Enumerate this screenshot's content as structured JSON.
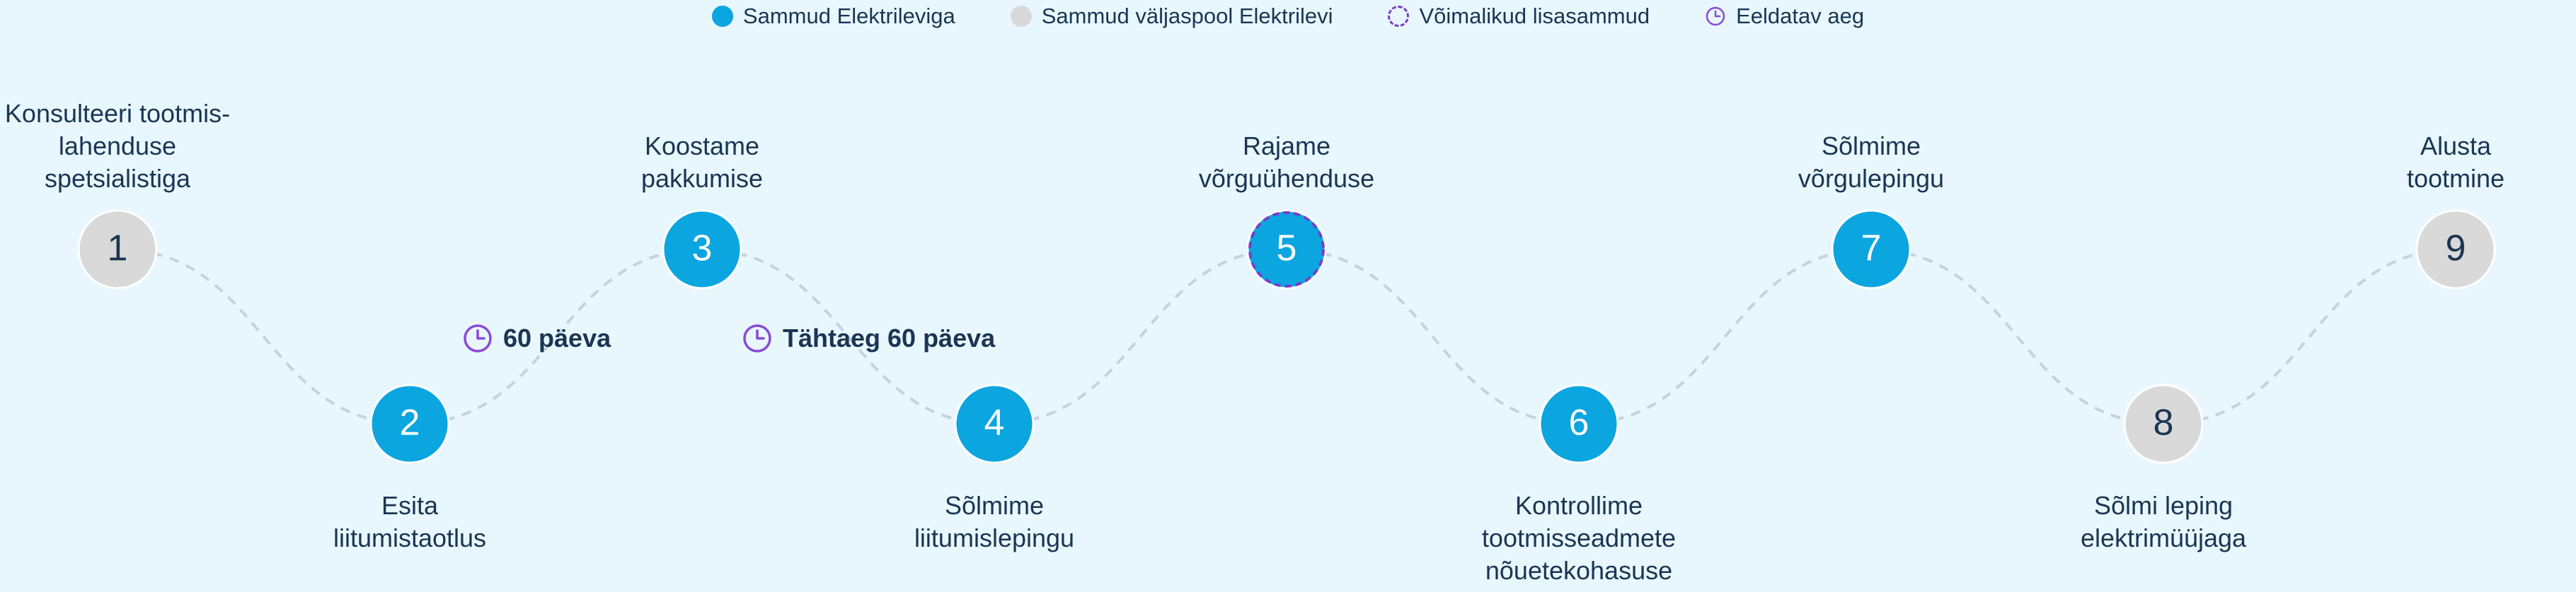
{
  "legend": [
    {
      "type": "primary",
      "label": "Sammud Elektrileviga"
    },
    {
      "type": "secondary",
      "label": "Sammud väljaspool Elektrilevi"
    },
    {
      "type": "optional",
      "label": "Võimalikud lisasammud"
    },
    {
      "type": "time",
      "label": "Eeldatav aeg"
    }
  ],
  "colors": {
    "primary": "#0ba5e0",
    "secondary": "#d9d9d9",
    "optional_border": "#7a3ec6",
    "time_icon": "#8a4ad6",
    "text": "#1b3552",
    "connector": "#c4d3dc"
  },
  "steps": [
    {
      "number": "1",
      "type": "secondary",
      "label_lines": [
        "Konsulteeri tootmis-",
        "lahenduse",
        "spetsialistiga"
      ]
    },
    {
      "number": "2",
      "type": "primary",
      "label_lines": [
        "Esita",
        "liitumistaotlus"
      ]
    },
    {
      "number": "3",
      "type": "primary",
      "label_lines": [
        "Koostame",
        "pakkumise"
      ]
    },
    {
      "number": "4",
      "type": "primary",
      "label_lines": [
        "Sõlmime",
        "liitumislepingu"
      ]
    },
    {
      "number": "5",
      "type": "primary",
      "optional": true,
      "label_lines": [
        "Rajame",
        "võrguühenduse"
      ]
    },
    {
      "number": "6",
      "type": "primary",
      "label_lines": [
        "Kontrollime",
        "tootmisseadmete",
        "nõuetekohasuse"
      ]
    },
    {
      "number": "7",
      "type": "primary",
      "label_lines": [
        "Sõlmime",
        "võrgulepingu"
      ]
    },
    {
      "number": "8",
      "type": "secondary",
      "label_lines": [
        "Sõlmi leping",
        "elektrimüüjaga"
      ]
    },
    {
      "number": "9",
      "type": "secondary",
      "label_lines": [
        "Alusta",
        "tootmine"
      ]
    }
  ],
  "timings": [
    {
      "label": "60 päeva"
    },
    {
      "label": "Tähtaeg 60 päeva"
    }
  ]
}
